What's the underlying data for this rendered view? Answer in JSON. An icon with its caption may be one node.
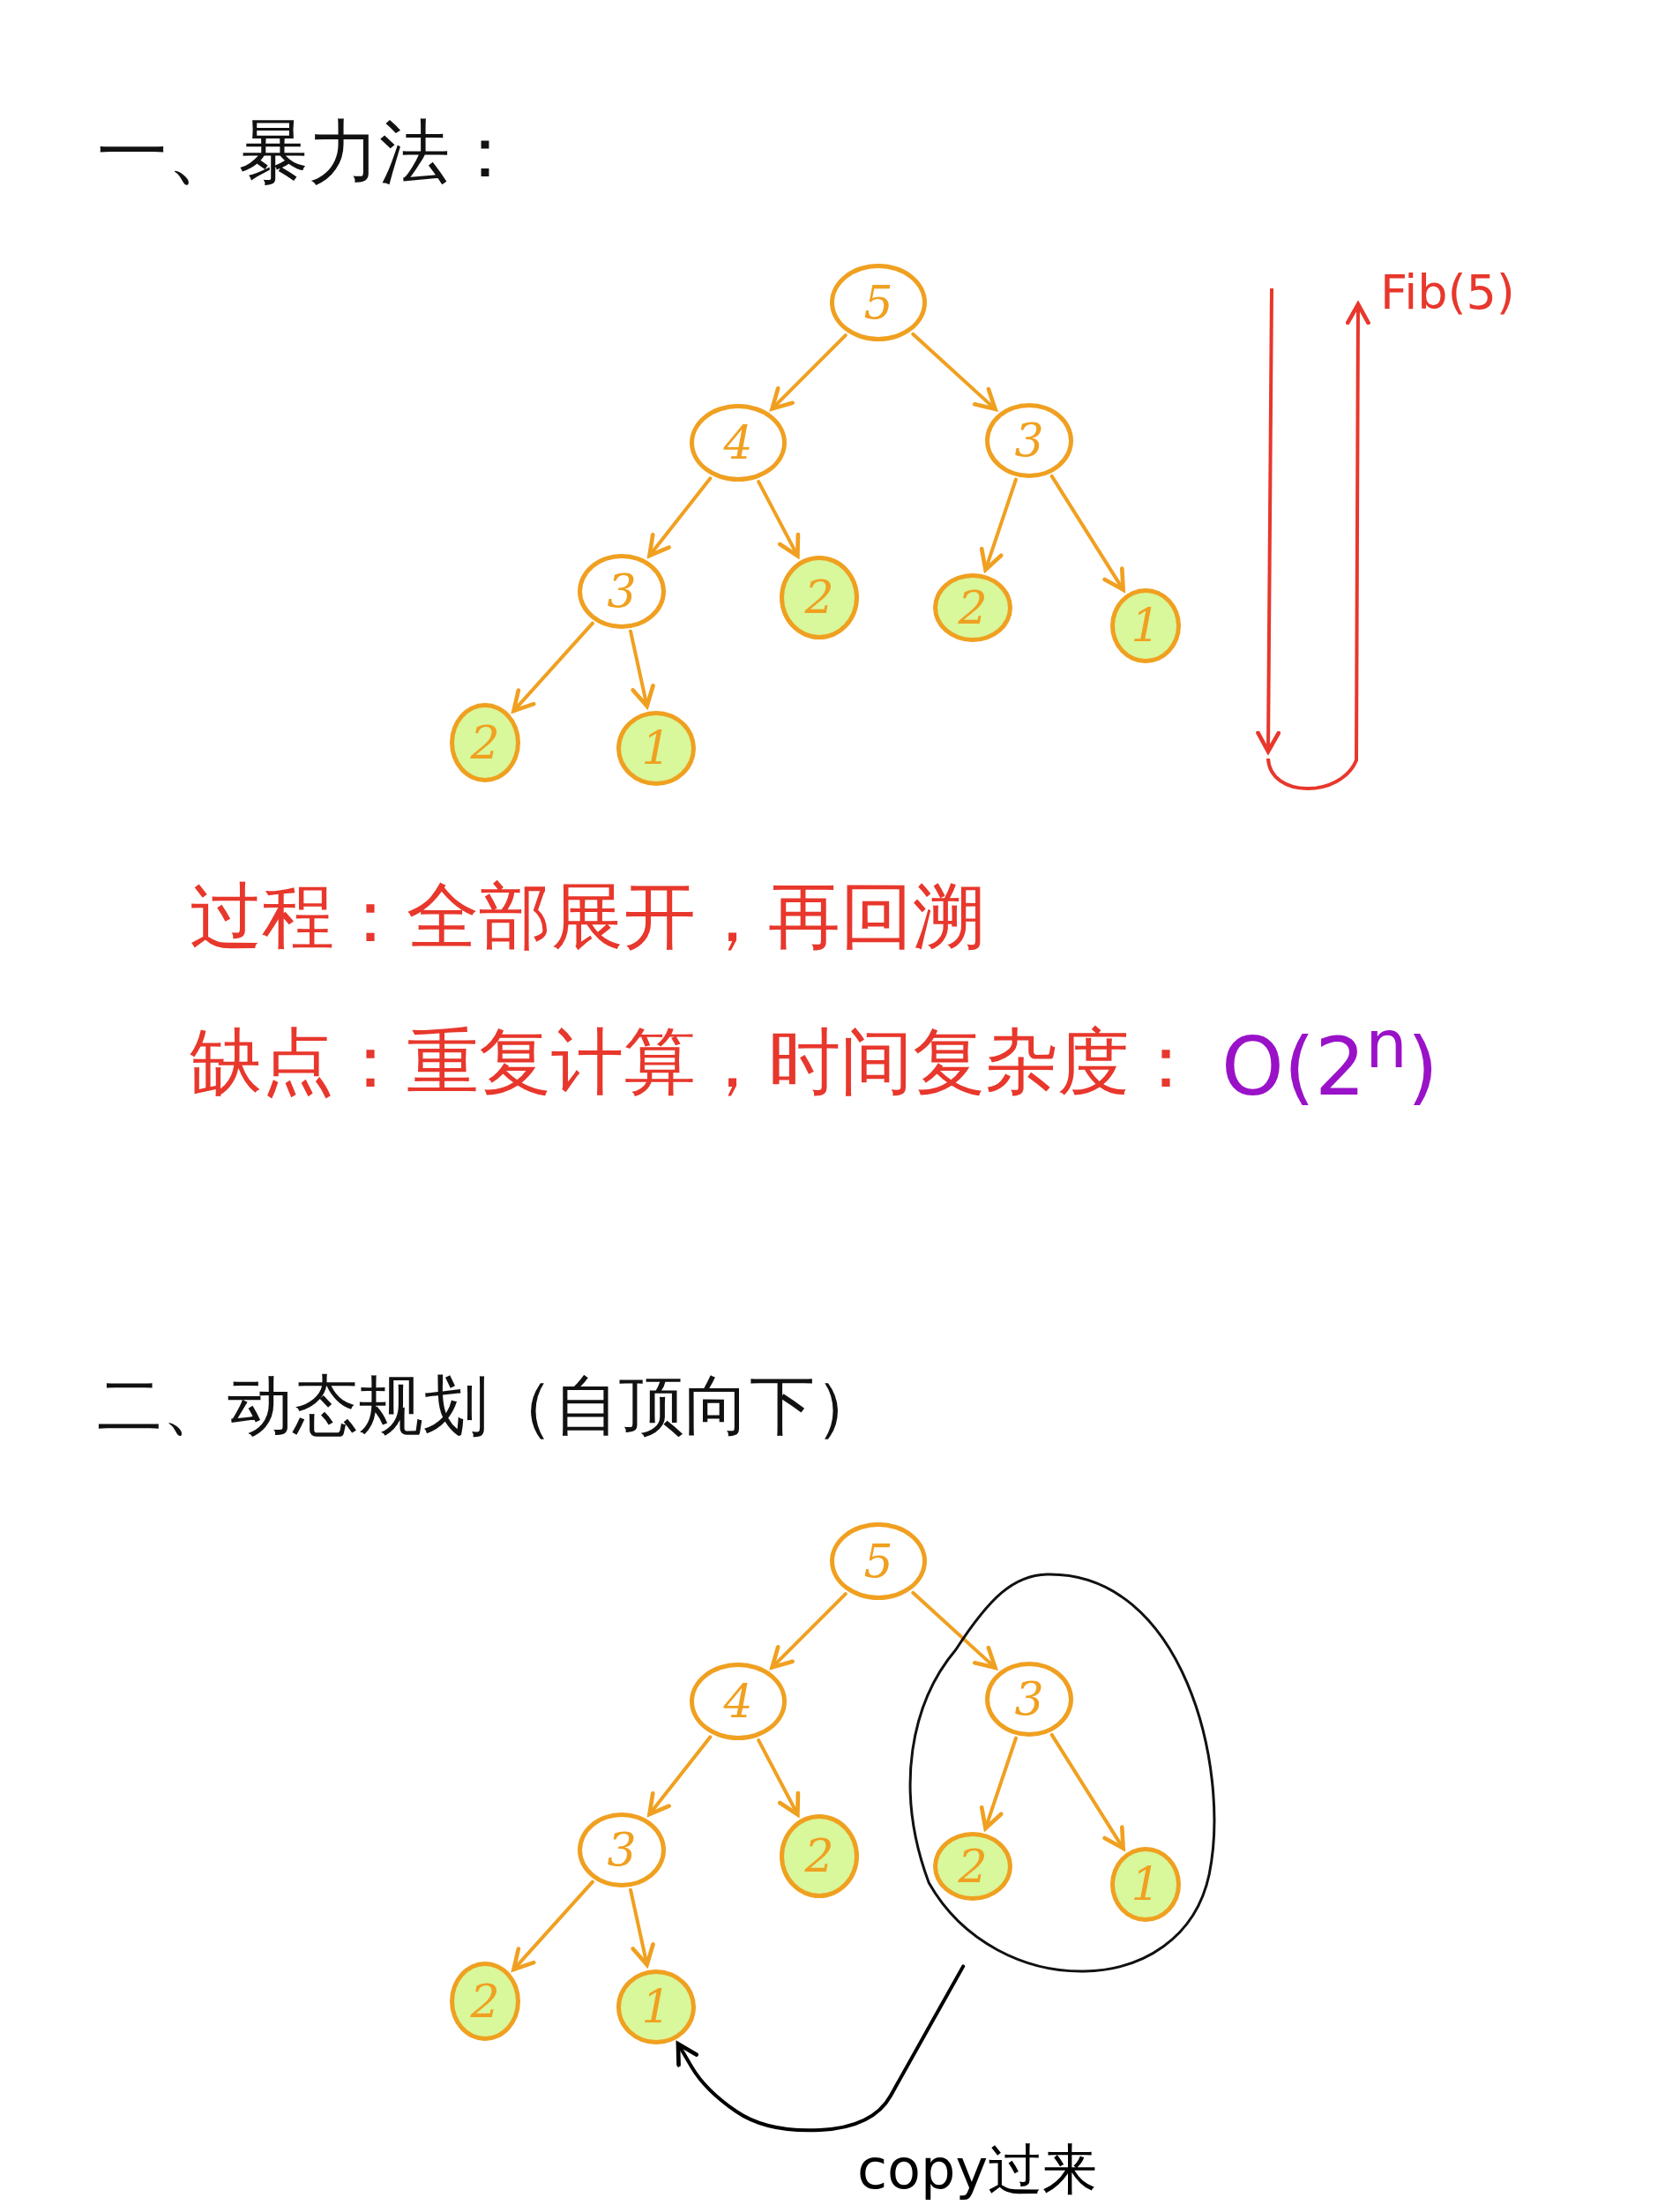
{
  "diagram": {
    "nodes": [
      {
        "text": [
          "5"
        ]
      },
      {
        "text": [
          "4"
        ]
      },
      {
        "text": [
          "3"
        ]
      },
      {
        "text": [
          "3"
        ]
      },
      {
        "text": [
          "2"
        ]
      },
      {
        "text": [
          "2"
        ]
      },
      {
        "text": [
          "1"
        ]
      },
      {
        "text": [
          "2"
        ]
      },
      {
        "text": [
          "1"
        ]
      },
      {
        "text": [
          "5"
        ]
      },
      {
        "text": [
          "4"
        ]
      },
      {
        "text": [],
        "shape": "ellipse"
      },
      {
        "text": [
          "3"
        ],
        "in": 11
      },
      {
        "text": [
          "3"
        ]
      },
      {
        "text": [
          "2"
        ]
      },
      {
        "text": [
          "2"
        ],
        "in": 11
      },
      {
        "text": [
          "1"
        ],
        "in": 11
      },
      {
        "text": [
          "2"
        ]
      },
      {
        "text": [
          "1"
        ]
      }
    ],
    "edges": [
      {
        "from": 0,
        "to": 1,
        "arrow": "to"
      },
      {
        "from": 0,
        "to": 2,
        "arrow": "to"
      },
      {
        "from": 1,
        "to": 3,
        "arrow": "to"
      },
      {
        "from": 1,
        "to": 4,
        "arrow": "to"
      },
      {
        "from": 2,
        "to": 5,
        "arrow": "to"
      },
      {
        "from": 2,
        "to": 6,
        "arrow": "to"
      },
      {
        "from": 3,
        "to": 7,
        "arrow": "to"
      },
      {
        "from": 3,
        "to": 8,
        "arrow": "to"
      },
      {
        "from": 9,
        "to": 10,
        "arrow": "to"
      },
      {
        "from": 9,
        "to": 12,
        "arrow": "to"
      },
      {
        "from": 10,
        "to": 13,
        "arrow": "to"
      },
      {
        "from": 10,
        "to": 14,
        "arrow": "to"
      },
      {
        "from": 12,
        "to": 15,
        "arrow": "to"
      },
      {
        "from": 12,
        "to": 16,
        "arrow": "to"
      },
      {
        "from": 13,
        "to": 17,
        "arrow": "to"
      },
      {
        "from": 13,
        "to": 18,
        "arrow": "to"
      },
      {
        "from": 11,
        "to": 18,
        "arrow": "to",
        "label": "copy过来",
        "color": "#000000"
      }
    ],
    "labels": [
      "一、暴力法：",
      "Fib(5)",
      "过程：全部展开，再回溯",
      "缺点：重复计算，时间复杂度：",
      "O(2$^{n}$)",
      "二、动态规划（自顶向下）"
    ]
  }
}
